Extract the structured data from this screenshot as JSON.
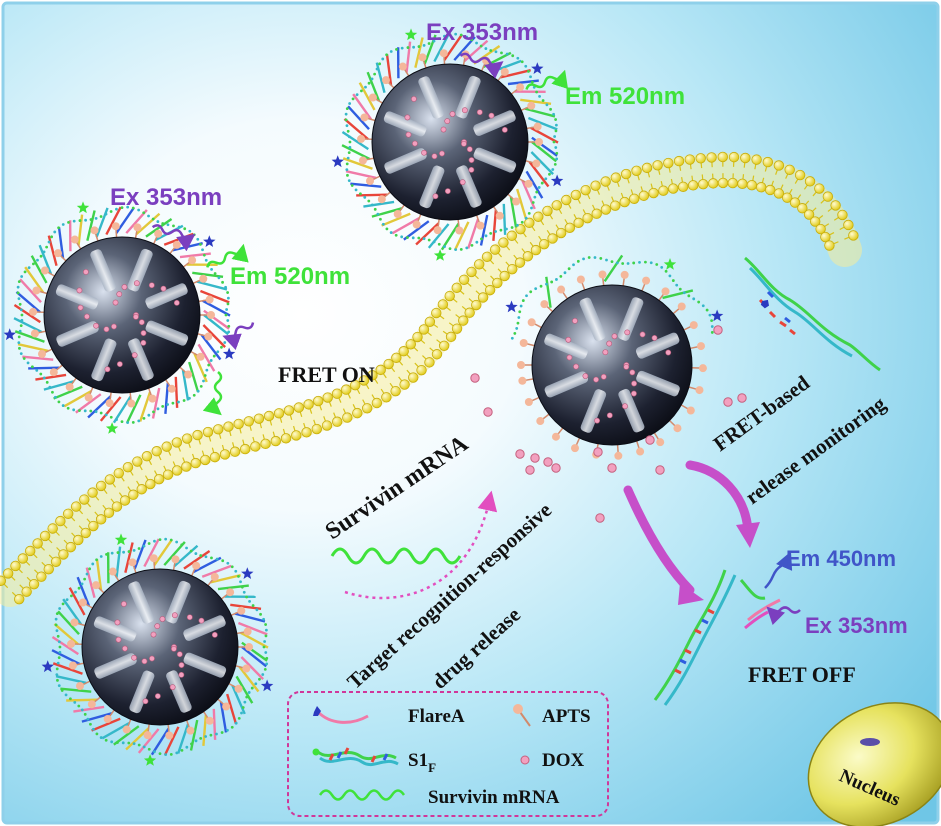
{
  "labels": {
    "ex_top": "Ex 353nm",
    "em_top": "Em 520nm",
    "ex_left": "Ex 353nm",
    "em_left": "Em 520nm",
    "fret_on": "FRET ON",
    "survivin": "Survivin mRNA",
    "target_line1": "Target recognition-responsive",
    "target_line2": "drug release",
    "fret_based_line1": "FRET-based",
    "fret_based_line2": "release monitoring",
    "em_450": "Em 450nm",
    "ex_right": "Ex 353nm",
    "fret_off": "FRET OFF",
    "nucleus": "Nucleus"
  },
  "legend": {
    "flarea": "FlareA",
    "apts": "APTS",
    "s1_main": "S1",
    "s1_sub": "F",
    "dox": "DOX",
    "survivin": "Survivin mRNA"
  },
  "colors": {
    "ex_purple": "#7b3fbf",
    "em_green": "#3fe23a",
    "em_blue": "#4055c8",
    "membrane": "#f2e22a",
    "dox_pink": "#f2a0bf",
    "arrow_magenta": "#c64fc9",
    "bg_cyan": "#8fd8ef"
  }
}
